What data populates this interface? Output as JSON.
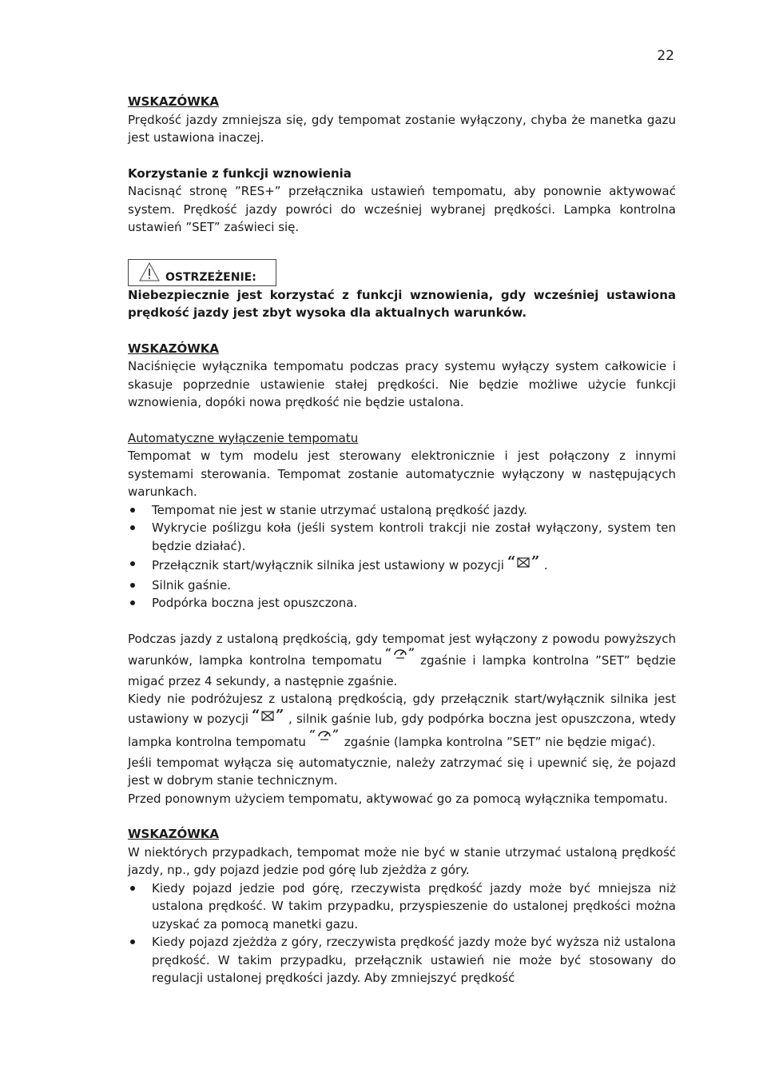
{
  "page_number": "22",
  "s1": {
    "heading": "WSKAZÓWKA",
    "text": "Prędkość jazdy zmniejsza się, gdy tempomat zostanie wyłączony, chyba że manetka gazu jest ustawiona inaczej."
  },
  "s2": {
    "heading": "Korzystanie z funkcji wznowienia",
    "text": "Nacisnąć stronę ”RES+” przełącznika ustawień tempomatu, aby ponownie aktywować system. Prędkość jazdy powróci do wcześniej wybranej prędkości. Lampka kontrolna ustawień ”SET” zaświeci się."
  },
  "warning": {
    "label": "OSTRZEŻENIE:",
    "text": "Niebezpiecznie jest korzystać z funkcji wznowienia, gdy wcześniej ustawiona prędkość jazdy jest zbyt wysoka dla aktualnych warunków."
  },
  "s3": {
    "heading": "WSKAZÓWKA",
    "text": "Naciśnięcie wyłącznika tempomatu podczas pracy systemu wyłączy system całkowicie i skasuje poprzednie ustawienie stałej prędkości. Nie będzie możliwe użycie funkcji wznowienia, dopóki nowa prędkość nie będzie ustalona."
  },
  "s4": {
    "heading": "Automatyczne wyłączenie tempomatu",
    "intro": "Tempomat w tym modelu jest sterowany elektronicznie i jest połączony z innymi systemami sterowania. Tempomat zostanie automatycznie wyłączony w następujących warunkach.",
    "b1": "Tempomat nie jest w stanie utrzymać ustaloną prędkość jazdy.",
    "b2": "Wykrycie poślizgu koła (jeśli system kontroli trakcji nie został wyłączony, system ten będzie działać).",
    "b3_pre": "Przełącznik start/wyłącznik silnika jest ustawiony w pozycji",
    "b3_post": ".",
    "b4": "Silnik gaśnie.",
    "b5": "Podpórka boczna jest opuszczona.",
    "p1_pre": "Podczas jazdy z ustaloną prędkością, gdy tempomat jest wyłączony z powodu powyższych warunków, lampka kontrolna tempomatu",
    "p1_post": "zgaśnie i lampka kontrolna ”SET” będzie migać przez 4 sekundy, a następnie zgaśnie.",
    "p2_pre": "Kiedy nie podróżujesz z ustaloną prędkością, gdy przełącznik start/wyłącznik silnika jest ustawiony w pozycji",
    "p2_mid": ", silnik gaśnie lub, gdy podpórka boczna jest opuszczona, wtedy lampka kontrolna tempomatu",
    "p2_post": "zgaśnie (lampka kontrolna ”SET” nie będzie migać).",
    "p3": "Jeśli tempomat wyłącza się automatycznie, należy zatrzymać się i upewnić się, że pojazd jest w dobrym stanie technicznym.",
    "p4": "Przed ponownym użyciem tempomatu, aktywować go za pomocą wyłącznika tempomatu."
  },
  "s5": {
    "heading": "WSKAZÓWKA",
    "intro": "W niektórych przypadkach, tempomat może nie być w stanie utrzymać ustaloną prędkość jazdy, np., gdy pojazd jedzie pod górę lub zjeżdża z góry.",
    "b1": "Kiedy pojazd jedzie pod górę, rzeczywista prędkość jazdy może być mniejsza niż ustalona prędkość. W takim przypadku, przyspieszenie do ustalonej prędkości można uzyskać za pomocą manetki gazu.",
    "b2": "Kiedy pojazd zjeżdża z góry, rzeczywista prędkość jazdy może być wyższa niż ustalona prędkość. W takim przypadku, przełącznik ustawień nie może być stosowany do regulacji ustalonej prędkości jazdy. Aby zmniejszyć prędkość"
  },
  "icons": {
    "engine_stop": "engine-stop-icon",
    "cruise_lamp": "cruise-control-lamp-icon",
    "warning": "warning-triangle-icon"
  }
}
